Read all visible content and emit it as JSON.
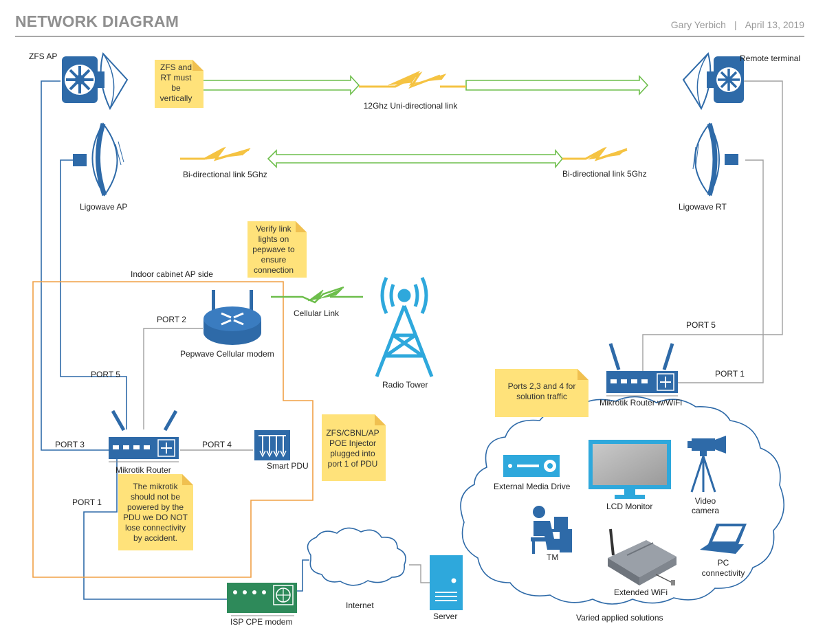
{
  "header": {
    "title": "NETWORK DIAGRAM",
    "author": "Gary Yerbich",
    "separator": "|",
    "date": "April 13, 2019"
  },
  "devices": {
    "zfs_ap": "ZFS AP",
    "remote_terminal": "Remote terminal",
    "ligowave_ap": "Ligowave AP",
    "ligowave_rt": "Ligowave RT",
    "pepwave": "Pepwave Cellular modem",
    "radio_tower": "Radio Tower",
    "mikrotik_router": "Mikrotik Router",
    "mikrotik_wifi": "Mikrotik Router w/WiFi",
    "smart_pdu": "Smart PDU",
    "isp_cpe": "ISP CPE modem",
    "internet": "Internet",
    "server": "Server",
    "external_drive": "External Media Drive",
    "lcd_monitor": "LCD Monitor",
    "video_camera": [
      "Video",
      "camera"
    ],
    "tm": "TM",
    "extended_wifi": "Extended WiFi",
    "pc": [
      "PC",
      "connectivity"
    ]
  },
  "links": {
    "uni_12ghz": "12Ghz Uni-directional link",
    "bi_5ghz_left": "Bi-directional link 5Ghz",
    "bi_5ghz_right": "Bi-directional link 5Ghz",
    "cellular": "Cellular Link"
  },
  "ports": {
    "port2": "PORT 2",
    "port5_left": "PORT 5",
    "port3": "PORT 3",
    "port4": "PORT 4",
    "port1_left": "PORT 1",
    "port5_right": "PORT 5",
    "port1_right": "PORT 1"
  },
  "regions": {
    "indoor_cabinet": "Indoor cabinet AP side",
    "varied_solutions": "Varied applied solutions"
  },
  "notes": {
    "zfs_rt": [
      "ZFS and",
      "RT must",
      "be",
      "vertically"
    ],
    "verify_link": [
      "Verify link",
      "lights on",
      "pepwave to",
      "ensure",
      "connection"
    ],
    "ports_234": [
      "Ports 2,3 and 4 for",
      "solution traffic"
    ],
    "poe_injector": [
      "ZFS/CBNL/AP",
      "POE Injector",
      "plugged into",
      "port 1 of PDU"
    ],
    "mikrotik_power": [
      "The mikrotik",
      "should not be",
      "powered by the",
      "PDU we DO NOT",
      "lose connectivity",
      "by accident."
    ]
  },
  "colors": {
    "device_blue": "#2e6aa8",
    "light_blue": "#2ea8dc",
    "link_green": "#6dbe4b",
    "lightning_yellow": "#f5c342",
    "cabinet_orange": "#f0a045",
    "note_yellow": "#ffe27a",
    "gray_line": "#a0a0a0"
  }
}
